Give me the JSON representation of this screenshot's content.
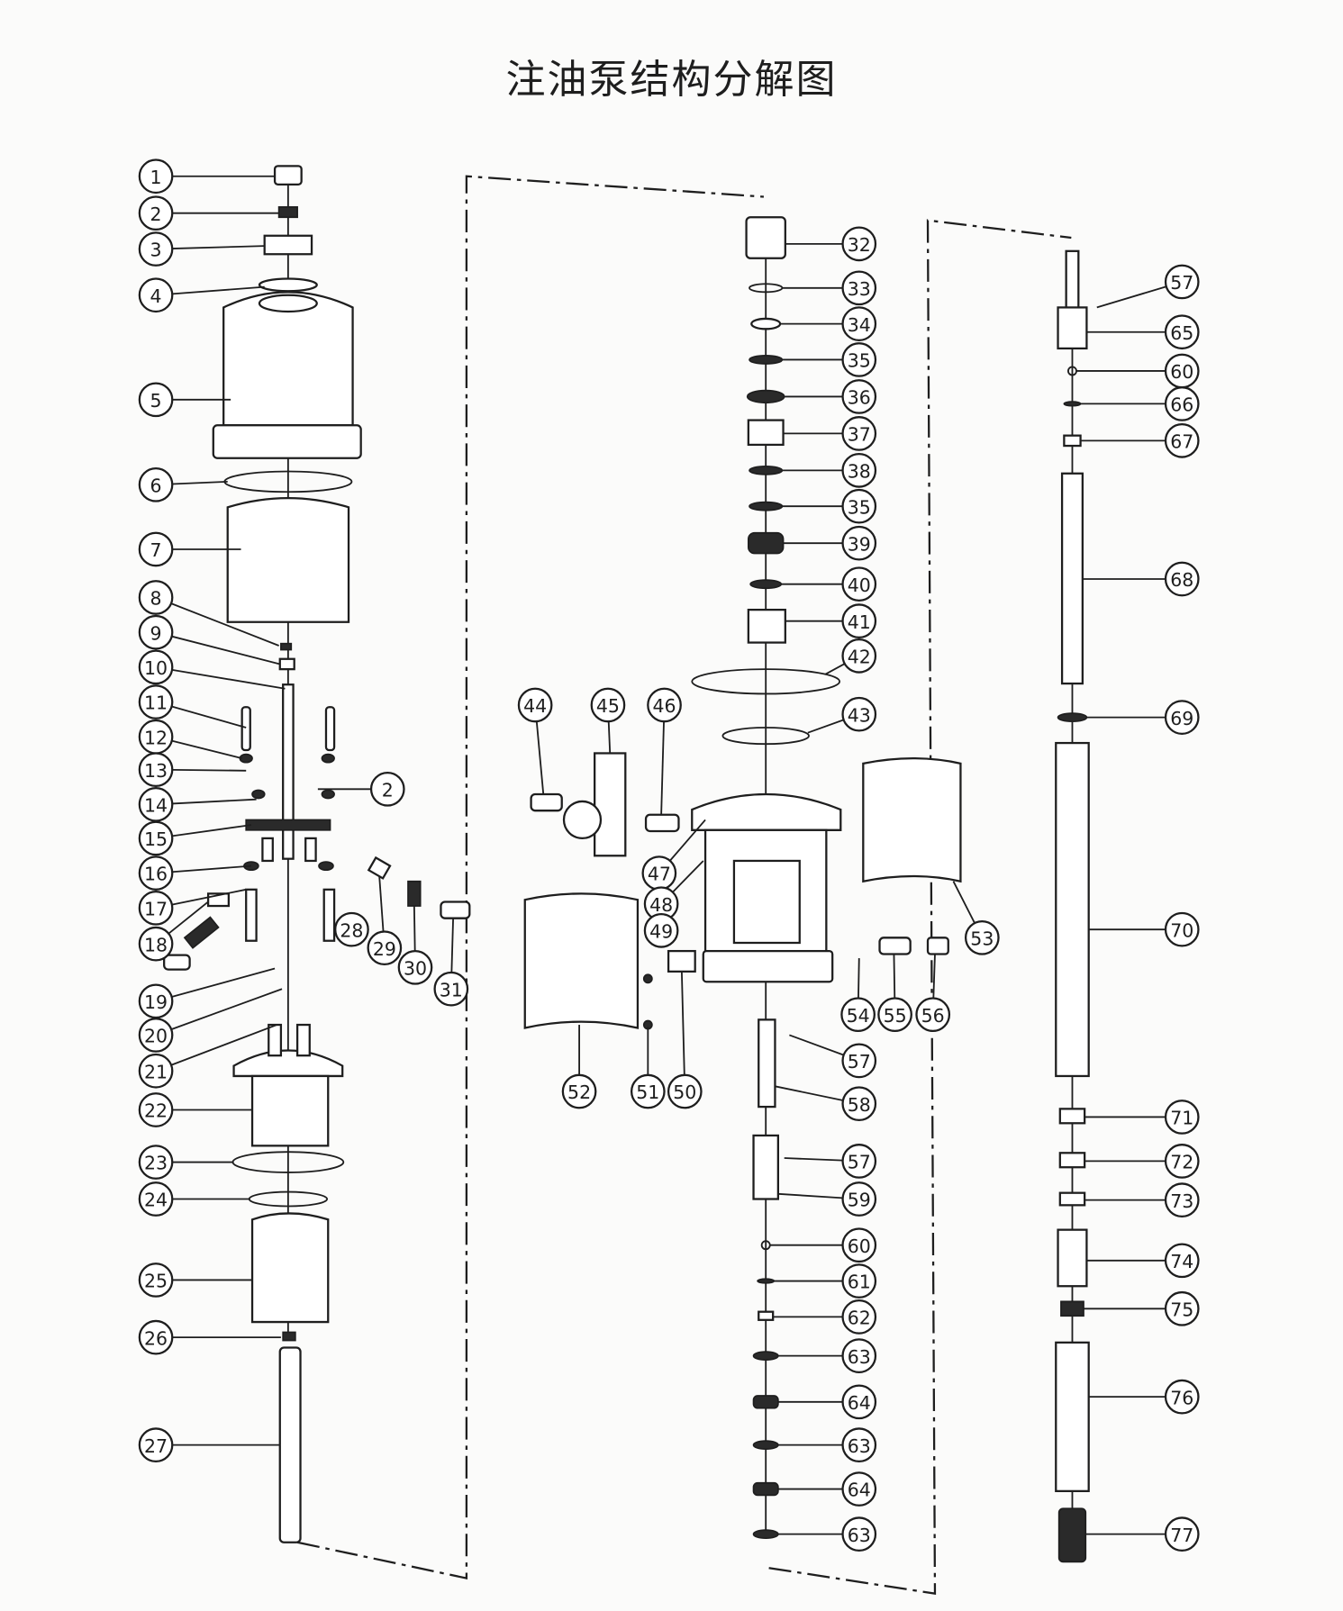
{
  "title": "注油泵结构分解图",
  "callouts": [
    "1",
    "2",
    "3",
    "4",
    "5",
    "6",
    "7",
    "8",
    "9",
    "10",
    "11",
    "12",
    "13",
    "14",
    "15",
    "16",
    "17",
    "18",
    "19",
    "20",
    "21",
    "22",
    "23",
    "24",
    "25",
    "26",
    "27",
    "2",
    "28",
    "29",
    "30",
    "31",
    "32",
    "33",
    "34",
    "35",
    "36",
    "37",
    "38",
    "35",
    "39",
    "40",
    "41",
    "42",
    "43",
    "44",
    "45",
    "46",
    "47",
    "48",
    "49",
    "50",
    "51",
    "52",
    "53",
    "54",
    "55",
    "56",
    "57",
    "58",
    "57",
    "59",
    "60",
    "61",
    "62",
    "63",
    "64",
    "63",
    "64",
    "63",
    "57",
    "65",
    "60",
    "66",
    "67",
    "68",
    "69",
    "70",
    "71",
    "72",
    "73",
    "74",
    "75",
    "76",
    "77"
  ]
}
